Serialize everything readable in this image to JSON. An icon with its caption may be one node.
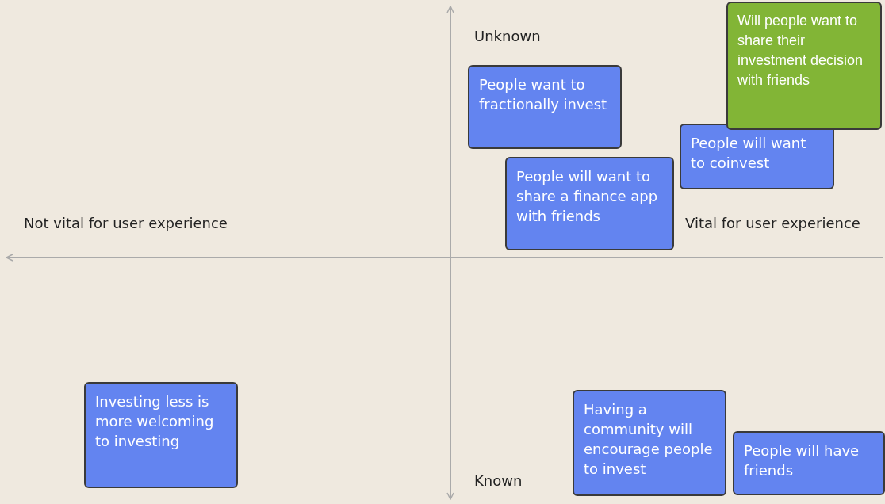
{
  "diagram": {
    "nodes": [
      {
        "text": [
          "Will people want to share their investment decision with friends"
        ]
      },
      {
        "text": [
          "People want to fractionally invest"
        ]
      },
      {
        "text": [
          "People will want to coinvest"
        ]
      },
      {
        "text": [
          "People will want to share a finance app with friends"
        ]
      },
      {
        "text": [
          "Investing less is more welcoming to investing"
        ]
      },
      {
        "text": [
          "Having a community will encourage people to invest"
        ]
      },
      {
        "text": [
          "People will have friends"
        ]
      }
    ],
    "labels": [
      "Unknown",
      "Not vital for user experience",
      "Vital for user experience",
      "Known"
    ]
  }
}
